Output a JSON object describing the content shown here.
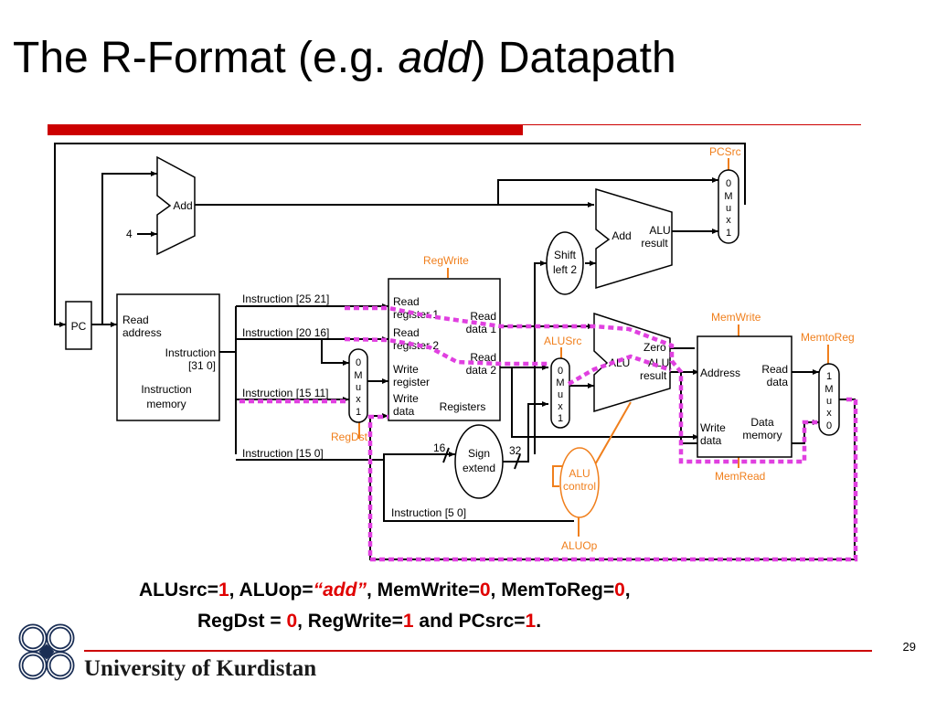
{
  "slide": {
    "title_prefix": "The R-Format (e.g. ",
    "title_em": "add",
    "title_suffix": ") Datapath",
    "page_number": "29",
    "university": "University of Kurdistan"
  },
  "caption": {
    "alusrc_label": "ALUsrc=",
    "alusrc_value": "1",
    "aluop_label": ", ALUop=",
    "aluop_value": "“add”",
    "memwrite_label": ", MemWrite=",
    "memwrite_value": "0",
    "memtoreg_label": ", MemToReg=",
    "memtoreg_value": "0",
    "trail1": ",",
    "regdst_label": "RegDst = ",
    "regdst_value": "0",
    "regwrite_label": ", RegWrite=",
    "regwrite_value": "1",
    "pcsrc_label": " and PCsrc=",
    "pcsrc_value": "1",
    "trail2": "."
  },
  "diagram": {
    "pc": "PC",
    "add1": "Add",
    "four": "4",
    "add2": "Add",
    "add2_alu": "ALU",
    "add2_result": "result",
    "shift1": "Shift",
    "shift2": "left 2",
    "pcsrc": "PCSrc",
    "mux_pc": [
      "0",
      "M",
      "u",
      "x",
      "1"
    ],
    "imem_read": "Read",
    "imem_address": "address",
    "imem_instruction": "Instruction",
    "imem_bits": "[31  0]",
    "imem_name1": "Instruction",
    "imem_name2": "memory",
    "instr_25_21": "Instruction [25  21]",
    "instr_20_16": "Instruction [20  16]",
    "instr_15_11": "Instruction [15  11]",
    "instr_15_0": "Instruction [15  0]",
    "instr_5_0": "Instruction [5  0]",
    "regwrite": "RegWrite",
    "reg_read1a": "Read",
    "reg_read1b": "register 1",
    "reg_read2a": "Read",
    "reg_read2b": "register 2",
    "reg_writea": "Write",
    "reg_writeb": "register",
    "reg_wdataa": "Write",
    "reg_wdatab": "data",
    "reg_rd1a": "Read",
    "reg_rd1b": "data 1",
    "reg_rd2a": "Read",
    "reg_rd2b": "data 2",
    "reg_name": "Registers",
    "mux_regdst": [
      "0",
      "M",
      "u",
      "x",
      "1"
    ],
    "regdst": "RegDst",
    "alusrc": "ALUSrc",
    "mux_alusrc": [
      "0",
      "M",
      "u",
      "x",
      "1"
    ],
    "alu_zero": "Zero",
    "alu_alu": "ALU",
    "alu_alu2": "ALU",
    "alu_result": "result",
    "memwrite": "MemWrite",
    "memtoreg": "MemtoReg",
    "dmem_address": "Address",
    "dmem_read": "Read",
    "dmem_data": "data",
    "dmem_writea": "Write",
    "dmem_writeb": "data",
    "dmem_name1": "Data",
    "dmem_name2": "memory",
    "memread": "MemRead",
    "mux_mem": [
      "1",
      "M",
      "u",
      "x",
      "0"
    ],
    "sign1": "Sign",
    "sign2": "extend",
    "sixteen": "16",
    "thirtytwo": "32",
    "aluctl1": "ALU",
    "aluctl2": "control",
    "aluop": "ALUOp"
  },
  "colors": {
    "accent_red": "#cc0000",
    "control_orange": "#f07f1c",
    "path_magenta": "#e040e0",
    "value_red": "#e00000"
  }
}
